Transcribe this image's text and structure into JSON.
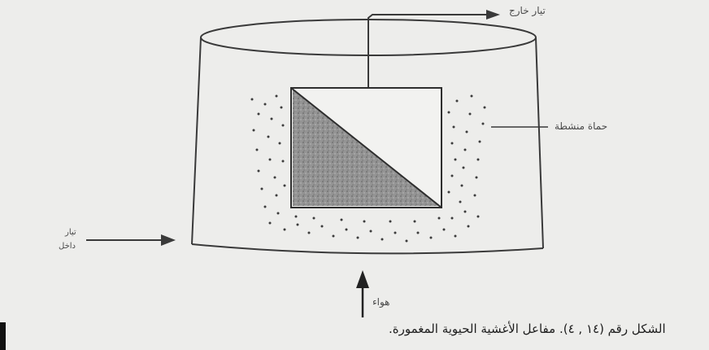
{
  "labels": {
    "outflow": "تيار خارج",
    "active_film": "حماة منشطة",
    "inflow_line1": "تيار",
    "inflow_line2": "داخل",
    "air": "هواء"
  },
  "caption": "الشكل رقم (١٤ , ٤). مفاعل الأغشية الحيوية المغمورة.",
  "colors": {
    "paper": "#ededeb",
    "ink": "#3a3a3a",
    "media_fill": "#8f8f8f"
  }
}
